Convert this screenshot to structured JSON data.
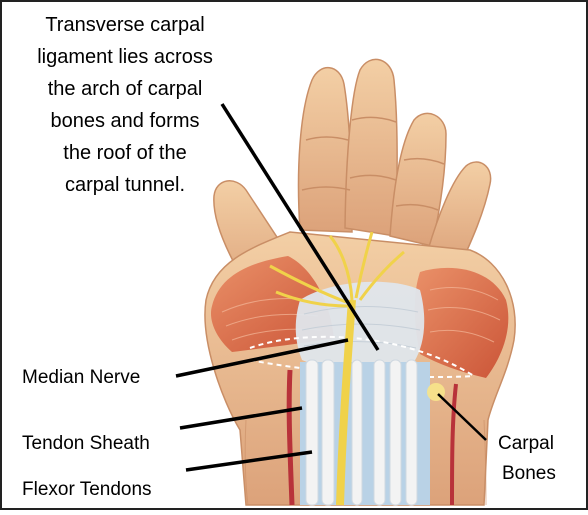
{
  "description_lines": [
    "Transverse carpal",
    "ligament lies across",
    "the arch of carpal",
    "bones and forms",
    "the roof of the",
    "carpal tunnel."
  ],
  "labels": {
    "median_nerve": "Median Nerve",
    "tendon_sheath": "Tendon Sheath",
    "flexor_tendons": "Flexor Tendons",
    "carpal_bones_1": "Carpal",
    "carpal_bones_2": "Bones"
  },
  "colors": {
    "skin": "#e8b98a",
    "muscle": "#d9653f",
    "nerve": "#f0d24a",
    "sheath": "#b9d2e6",
    "tendon": "#f3f3f3",
    "artery": "#b8323a"
  }
}
